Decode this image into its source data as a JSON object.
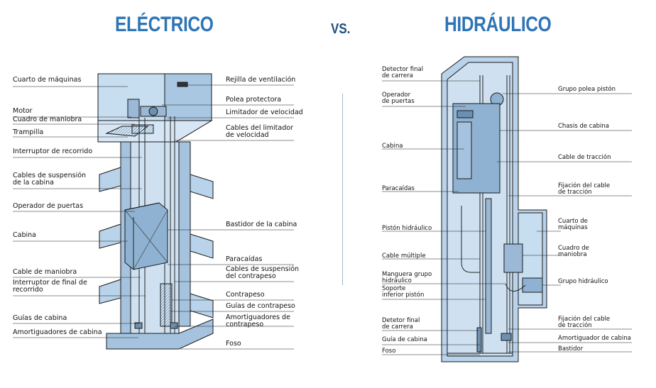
{
  "header": {
    "left_title": "ELÉCTRICO",
    "vs": "VS.",
    "right_title": "HIDRÁULICO"
  },
  "colors": {
    "title_blue": "#2e75b6",
    "shaft_fill": "#b9d3ea",
    "shaft_dark": "#7fa6c8",
    "outline": "#1a1a1a"
  },
  "electric_labels": {
    "cuarto_maquinas": "Cuarto de máquinas",
    "motor": "Motor",
    "cuadro_maniobra": "Cuadro de maniobra",
    "trampilla": "Trampilla",
    "interruptor_recorrido": "Interruptor de recorrido",
    "cables_suspension_cabina": "Cables de suspensión\nde la cabina",
    "operador_puertas": "Operador de puertas",
    "cabina": "Cabina",
    "cable_maniobra": "Cable de maniobra",
    "interruptor_final": "Interruptor de final de\nrecorrido",
    "guias_cabina": "Guías de cabina",
    "amortiguadores_cabina": "Amortiguadores de cabina",
    "rejilla": "Rejilla de ventilación",
    "polea": "Polea protectora",
    "limitador": "Limitador de velocidad",
    "cables_limitador": "Cables del limitador\nde velocidad",
    "bastidor": "Bastidor de la cabina",
    "paracaidas": "Paracaídas",
    "cables_suspension_contrapeso": "Cables de suspensión\ndel contrapeso",
    "contrapeso": "Contrapeso",
    "guias_contrapeso": "Guías de contrapeso",
    "amortiguadores_contrapeso": "Amortiguadores de\ncontrapeso",
    "foso": "Foso"
  },
  "hydraulic_labels": {
    "detector_final_top": "Detector final\nde carrera",
    "operador_puertas": "Operador\nde puertas",
    "cabina": "Cabina",
    "paracaidas": "Paracaídas",
    "piston": "Pistón hidráulico",
    "cable_multiple": "Cable múltiple",
    "manguera": "Manguera grupo\nhidráulico",
    "soporte": "Soporte\ninferior pistón",
    "detector_final_bottom": "Detetor final\nde carrera",
    "guia_cabina": "Guía de cabina",
    "foso": "Foso",
    "grupo_polea": "Grupo polea pistón",
    "chasis": "Chasis de cabina",
    "cable_traccion": "Cable de tracción",
    "fijacion_top": "Fijación del cable\nde tracción",
    "cuarto_maquinas": "Cuarto de\nmáquinas",
    "cuadro_maniobra": "Cuadro de\nmaniobra",
    "grupo_hidraulico": "Grupo hidráulico",
    "fijacion_bottom": "Fijación del cable\nde tracción",
    "amortiguador": "Amortiguador de cabina",
    "bastidor": "Bastidor"
  }
}
